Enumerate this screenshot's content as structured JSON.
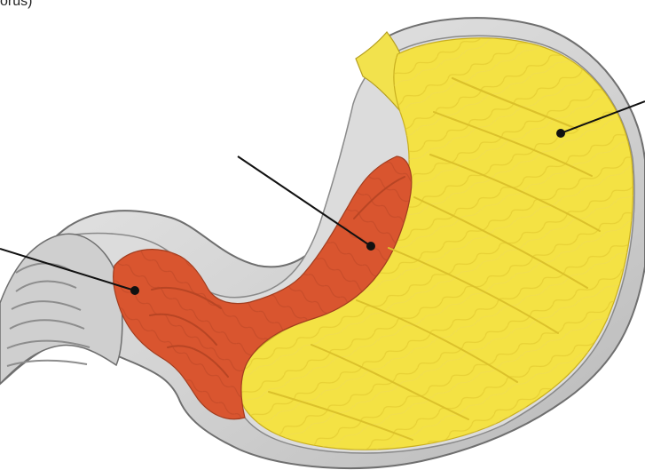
{
  "figure": {
    "top_text_fragment": "orus)",
    "colors": {
      "background": "#ffffff",
      "wall_outer": "#e3e3e3",
      "wall_mid": "#c9c9c9",
      "wall_stroke": "#6f6f6f",
      "fundus_body_region": "#f4e244",
      "fundus_body_texture": "#e2c82e",
      "pyloric_region": "#d9552f",
      "pyloric_texture": "#b84524",
      "esophagus_region": "#f2e24d",
      "duodenum_wall": "#cfcfcf",
      "leader_line": "#111111",
      "leader_dot": "#111111"
    },
    "labels": [
      {
        "id": "pointer-left",
        "target": "pyloric-canal-region"
      },
      {
        "id": "pointer-middle",
        "target": "lesser-curvature-band"
      },
      {
        "id": "pointer-right",
        "target": "fundus-body-region"
      }
    ]
  }
}
